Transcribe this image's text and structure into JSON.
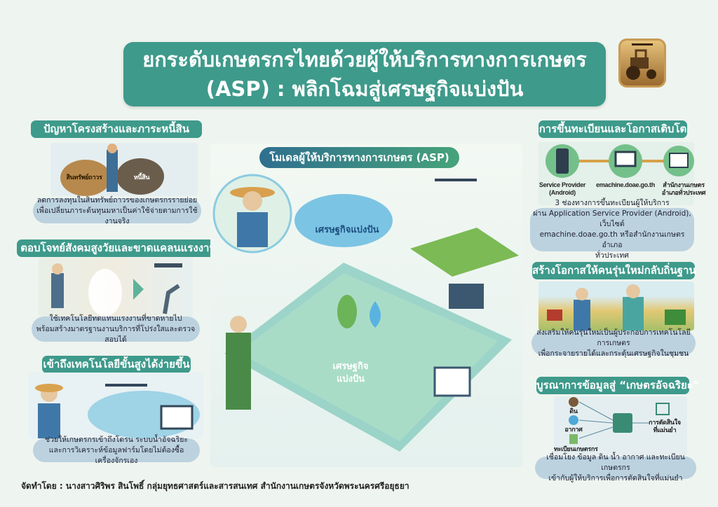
{
  "title": {
    "line1": "ยกระดับเกษตรกรไทยด้วยผู้ให้บริการทางการเกษตร",
    "line2": "(ASP) : พลิกโฉมสู่เศรษฐกิจแบ่งปัน"
  },
  "logo": {
    "icon": "tractor-drone-logo"
  },
  "left": [
    {
      "heading": "ปัญหาโครงสร้างและภาระหนี้สิน",
      "labels": [
        "สินทรัพย์ถาวร",
        "หนี้สิน"
      ],
      "caption": [
        "ลดการลงทุนในสินทรัพย์ถาวรของเกษตรกรรายย่อย",
        "เพื่อเปลี่ยนภาระต้นทุนมหาเป็นค่าใช้จ่ายตามการใช้งานจริง"
      ]
    },
    {
      "heading": "ตอบโจทย์สังคมสูงวัยและขาดแคลนแรงงาน",
      "caption": [
        "ใช้เทคโนโลยีทดแทนแรงงานที่ขาดหายไป",
        "พร้อมสร้างมาตรฐานงานบริการที่โปร่งใสและตรวจสอบได้"
      ]
    },
    {
      "heading": "เข้าถึงเทคโนโลยีขั้นสูงได้ง่ายขึ้น",
      "caption": [
        "ช่วยให้เกษตรกรเข้าถึงโดรน ระบบน้ำอัจฉริยะ",
        "และการวิเคราะห์ข้อมูลฟาร์มโดยไม่ต้องซื้อเครื่องจักรเอง"
      ]
    }
  ],
  "center": {
    "subtitle": "โมเดลผู้ให้บริการทางการเกษตร (ASP)",
    "cloud_label": "เศรษฐกิจแบ่งปัน",
    "platform_label": [
      "เศรษฐกิจ",
      "แบ่งปัน"
    ]
  },
  "right": [
    {
      "heading": "การขึ้นทะเบียนและโอกาสเติบโต",
      "channels": [
        [
          "Service Provider",
          "(Android)"
        ],
        [
          "emachine.doae.go.th",
          ""
        ],
        [
          "สำนักงานเกษตร",
          "อำเภอทั่วประเทศ"
        ]
      ],
      "caption": [
        "3 ช่องทางการขึ้นทะเบียนผู้ให้บริการ",
        "ผ่าน Application Service Provider (Android), เว็บไซต์",
        "emachine.doae.go.th หรือสำนักงานเกษตรอำเภอ",
        "ทั่วประเทศ"
      ]
    },
    {
      "heading": "สร้างโอกาสให้คนรุ่นใหม่กลับถิ่นฐาน",
      "caption": [
        "ส่งเสริมให้คนรุ่นใหม่เป็นผู้ประกอบการเทคโนโลยีการเกษตร",
        "เพื่อกระจายรายได้และกระตุ้นเศรษฐกิจในชุมชน"
      ]
    },
    {
      "heading": "บูรณาการข้อมูลสู่ “เกษตรอัจฉริยะ”",
      "inputs": [
        "ดิน",
        "อากาศ",
        "ทะเบียนเกษตรกร"
      ],
      "output": [
        "การตัดสินใจ",
        "ที่แม่นยำ"
      ],
      "caption": [
        "เชื่อมโยง ข้อมูล ดิน น้ำ อากาศ และทะเบียนเกษตรกร",
        "เข้ากับผู้ให้บริการเพื่อการตัดสินใจที่แม่นยำ"
      ]
    }
  ],
  "footer": "จัดทำโดย : นางสาวศิริพร สินโพธิ์ กลุ่มยุทธศาสตร์และสารสนเทศ สำนักงานเกษตรจังหวัดพระนครศรีอยุธยา",
  "colors": {
    "teal": "#3e9a8b",
    "caption_bg": "#bcd2df",
    "background": "#eef4ef"
  }
}
